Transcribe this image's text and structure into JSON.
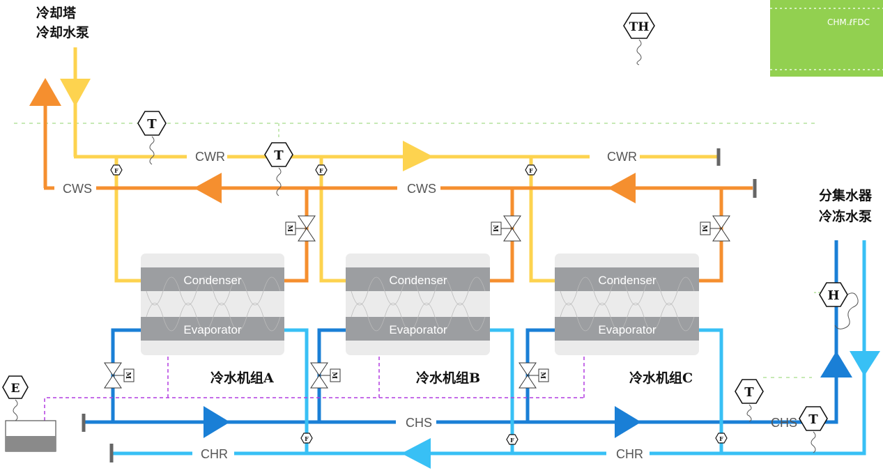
{
  "titles": {
    "cooling_tower": "冷却塔",
    "cooling_pump": "冷却水泵",
    "header_tank": "分集水器",
    "chilled_pump": "冷冻水泵"
  },
  "controller": {
    "label": "CHM.ℓFDC",
    "color": "#92d050"
  },
  "pipes": {
    "cwr": "CWR",
    "cws": "CWS",
    "chs": "CHS",
    "chr": "CHR"
  },
  "chillers": [
    {
      "condenser": "Condenser",
      "evaporator": "Evaporator",
      "name": "冷水机组A"
    },
    {
      "condenser": "Condenser",
      "evaporator": "Evaporator",
      "name": "冷水机组B"
    },
    {
      "condenser": "Condenser",
      "evaporator": "Evaporator",
      "name": "冷水机组C"
    }
  ],
  "sensors": {
    "temperature": "T",
    "temp_humidity": "TH",
    "humidity": "H",
    "energy": "E",
    "flow": "F",
    "valve_motor": "M"
  },
  "colors": {
    "cwr": "#fdd34f",
    "cws": "#f58f2f",
    "chs": "#1a7fd6",
    "chr": "#38c0f5",
    "unit_band": "#9c9ea1",
    "signal": "#b23be0"
  }
}
